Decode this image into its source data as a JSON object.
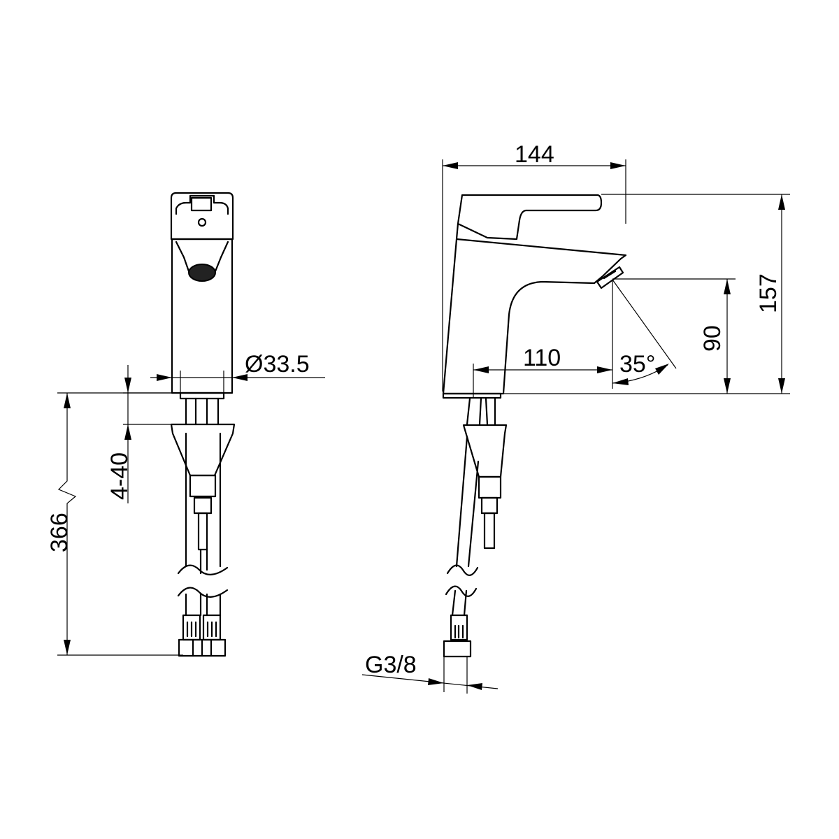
{
  "front_view": {
    "diameter_label": "Ø33.5",
    "mount_range_label": "4-40",
    "hose_length_label": "366"
  },
  "side_view": {
    "width_label": "144",
    "height_label": "157",
    "spout_height_label": "90",
    "spout_reach_label": "110",
    "spray_angle_label": "35°",
    "thread_label": "G3/8"
  }
}
